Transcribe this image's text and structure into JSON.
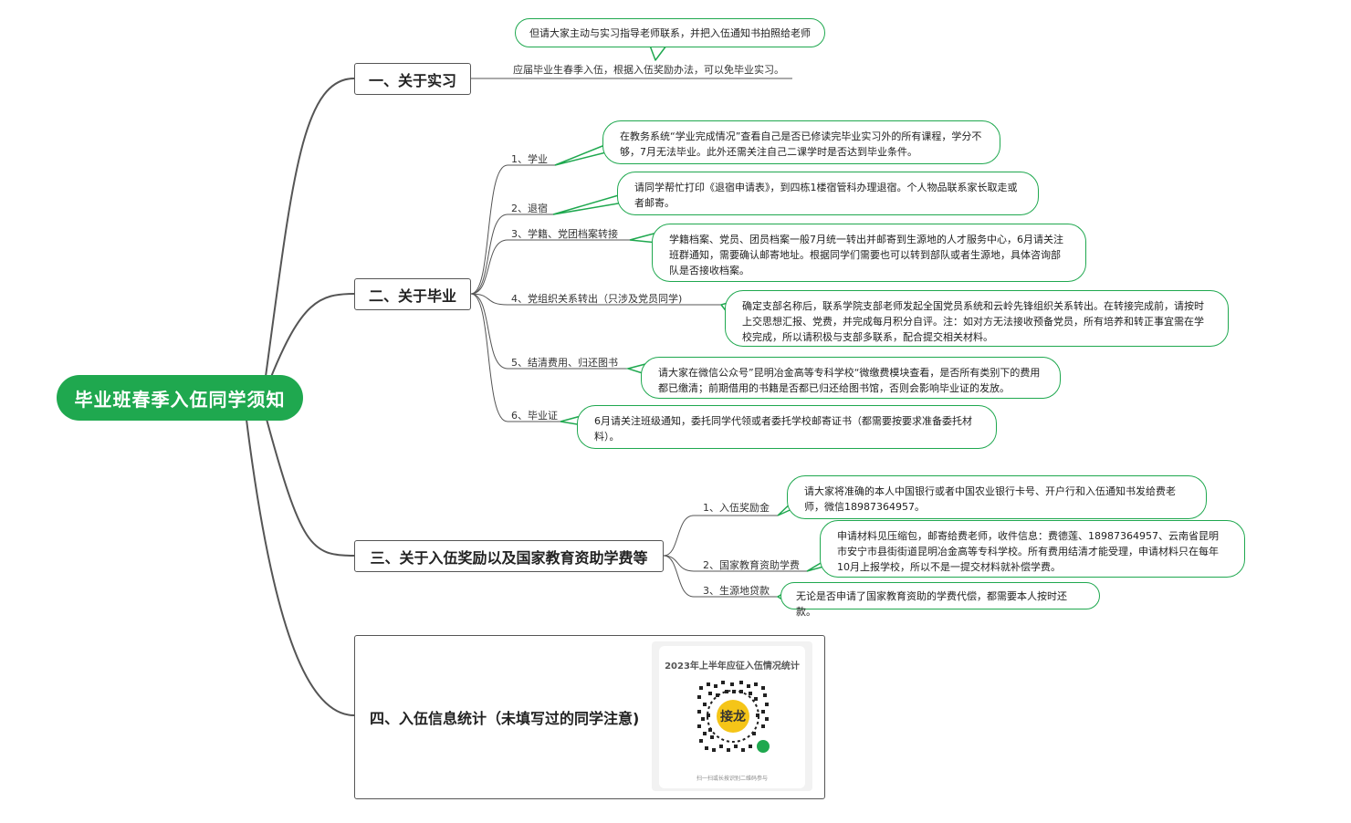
{
  "root": {
    "title": "毕业班春季入伍同学须知"
  },
  "branches": [
    {
      "title": "一、关于实习"
    },
    {
      "title": "二、关于毕业"
    },
    {
      "title": "三、关于入伍奖励以及国家教育资助学费等"
    },
    {
      "title": "四、入伍信息统计（未填写过的同学注意)"
    }
  ],
  "internship": {
    "bubble": "但请大家主动与实习指导老师联系，并把入伍通知书拍照给老师",
    "note": "应届毕业生春季入伍，根据入伍奖励办法，可以免毕业实习。"
  },
  "graduation": {
    "items": [
      {
        "label": "1、学业",
        "note": "在教务系统“学业完成情况”查看自己是否已修读完毕业实习外的所有课程，学分不够，7月无法毕业。此外还需关注自己二课学时是否达到毕业条件。"
      },
      {
        "label": "2、退宿",
        "note": "请同学帮忙打印《退宿申请表》，到四栋1楼宿管科办理退宿。个人物品联系家长取走或者邮寄。"
      },
      {
        "label": "3、学籍、党团档案转接",
        "note": "学籍档案、党员、团员档案一般7月统一转出并邮寄到生源地的人才服务中心，6月请关注班群通知，需要确认邮寄地址。根据同学们需要也可以转到部队或者生源地，具体咨询部队是否接收档案。"
      },
      {
        "label": "4、党组织关系转出（只涉及党员同学)",
        "note": "确定支部名称后，联系学院支部老师发起全国党员系统和云岭先锋组织关系转出。在转接完成前，请按时上交思想汇报、党费，并完成每月积分自评。注：如对方无法接收预备党员，所有培养和转正事宜需在学校完成，所以请积极与支部多联系，配合提交相关材料。"
      },
      {
        "label": "5、结清费用、归还图书",
        "note": "请大家在微信公众号”昆明冶金高等专科学校“微缴费模块查看，是否所有类别下的费用都已缴清；前期借用的书籍是否都已归还给图书馆，否则会影响毕业证的发放。"
      },
      {
        "label": "6、毕业证",
        "note": "6月请关注班级通知，委托同学代领或者委托学校邮寄证书（都需要按要求准备委托材料）。"
      }
    ]
  },
  "reward": {
    "items": [
      {
        "label": "1、入伍奖励金",
        "note": "请大家将准确的本人中国银行或者中国农业银行卡号、开户行和入伍通知书发给费老师，微信18987364957。"
      },
      {
        "label": "2、国家教育资助学费",
        "note": "申请材料见压缩包，邮寄给费老师，收件信息：费德莲、18987364957、云南省昆明市安宁市县街街道昆明冶金高等专科学校。所有费用结清才能受理，申请材料只在每年10月上报学校，所以不是一提交材料就补偿学费。"
      },
      {
        "label": "3、生源地贷款",
        "note": "无论是否申请了国家教育资助的学费代偿，都需要本人按时还款。"
      }
    ]
  },
  "survey": {
    "card_title": "2023年上半年应征入伍情况统计",
    "logo_text": "接龙",
    "caption": "扫一扫或长按识别二维码参与"
  },
  "colors": {
    "accent": "#1fa84f",
    "line": "#555555"
  }
}
